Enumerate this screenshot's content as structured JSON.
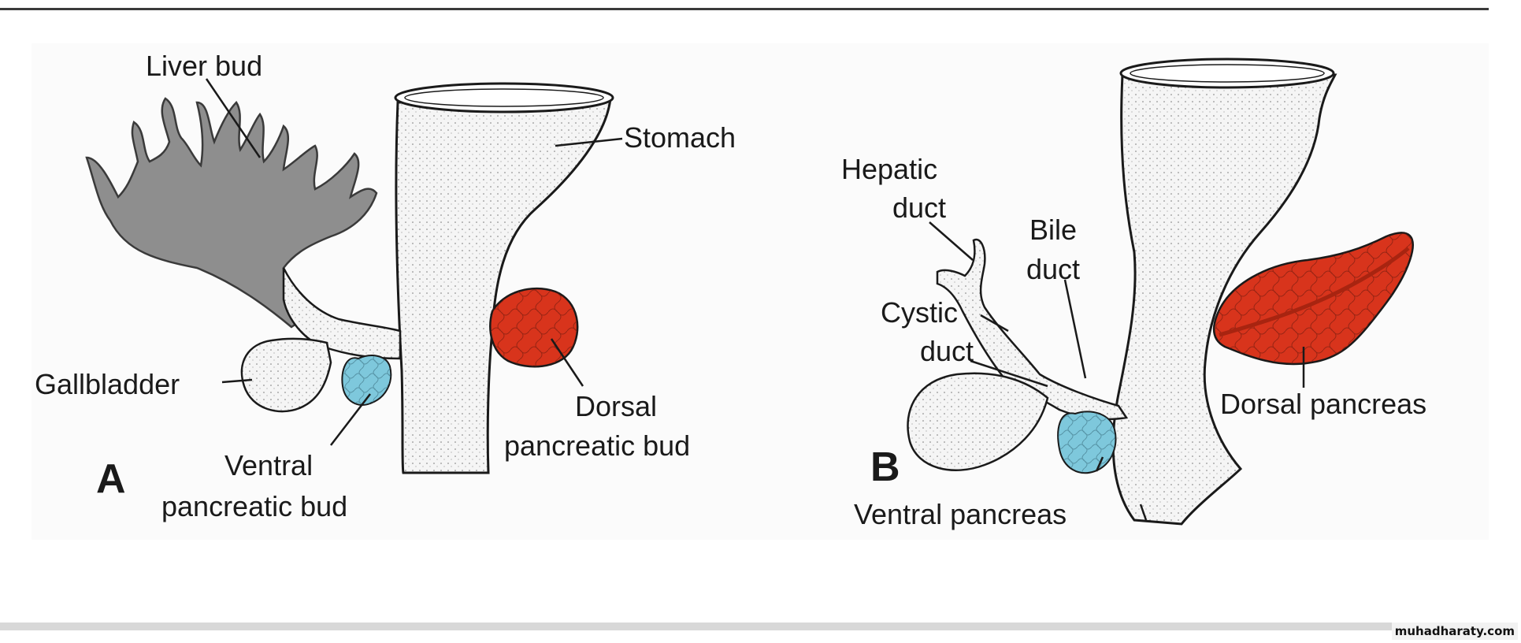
{
  "panel_a": {
    "letter": "A",
    "labels": {
      "liver_bud": "Liver bud",
      "stomach": "Stomach",
      "gallbladder": "Gallbladder",
      "dorsal_bud_line1": "Dorsal",
      "dorsal_bud_line2": "pancreatic bud",
      "ventral_bud_line1": "Ventral",
      "ventral_bud_line2": "pancreatic bud"
    }
  },
  "panel_b": {
    "letter": "B",
    "labels": {
      "hepatic_duct_line1": "Hepatic",
      "hepatic_duct_line2": "duct",
      "bile_duct_line1": "Bile",
      "bile_duct_line2": "duct",
      "cystic_duct_line1": "Cystic",
      "cystic_duct_line2": "duct",
      "dorsal_pancreas": "Dorsal pancreas",
      "ventral_pancreas": "Ventral pancreas"
    }
  },
  "watermark": "muhadharaty.com",
  "colors": {
    "liver": "#8e8e8e",
    "dorsal": "#d8341c",
    "ventral": "#7ec8dc",
    "gut": "#f4f4f4",
    "outline": "#1a1a1a"
  }
}
